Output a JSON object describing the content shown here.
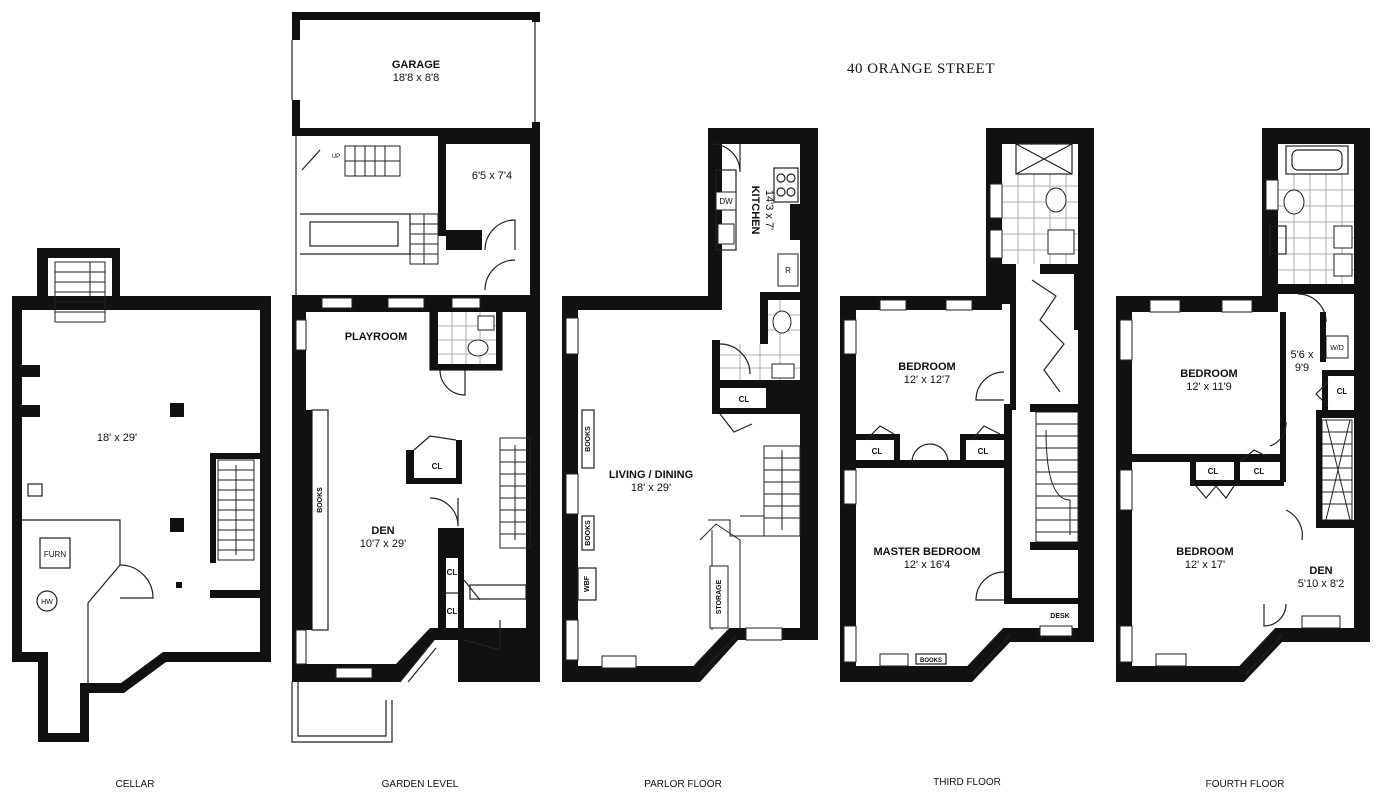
{
  "title": "40 ORANGE STREET",
  "floors": {
    "cellar": {
      "label": "CELLAR",
      "room_dim": "18' x 29'",
      "furn": "FURN",
      "hw": "HW"
    },
    "garden": {
      "label": "GARDEN LEVEL",
      "garage": "GARAGE",
      "garage_dim": "18'8 x 8'8",
      "small_room_dim": "6'5 x 7'4",
      "playroom": "PLAYROOM",
      "den": "DEN",
      "den_dim": "10'7 x 29'",
      "books": "BOOKS",
      "cl": "CL",
      "up": "UP"
    },
    "parlor": {
      "label": "PARLOR FLOOR",
      "kitchen": "KITCHEN",
      "kitchen_dim": "14'3 x 7'",
      "dw": "DW",
      "r": "R",
      "living": "LIVING / DINING",
      "living_dim": "18' x 29'",
      "books": "BOOKS",
      "wbf": "WBF",
      "storage": "STORAGE",
      "cl": "CL"
    },
    "third": {
      "label": "THIRD FLOOR",
      "bedroom": "BEDROOM",
      "bedroom_dim": "12' x 12'7",
      "master": "MASTER BEDROOM",
      "master_dim": "12' x 16'4",
      "cl": "CL",
      "books": "BOOKS",
      "desk": "DESK"
    },
    "fourth": {
      "label": "FOURTH FLOOR",
      "bedroom1": "BEDROOM",
      "bedroom1_dim": "12' x 11'9",
      "bedroom2": "BEDROOM",
      "bedroom2_dim": "12' x 17'",
      "small_dim1": "5'6 x",
      "small_dim2": "9'9",
      "wd": "W/D",
      "den": "DEN",
      "den_dim": "5'10 x 8'2",
      "cl": "CL"
    }
  }
}
